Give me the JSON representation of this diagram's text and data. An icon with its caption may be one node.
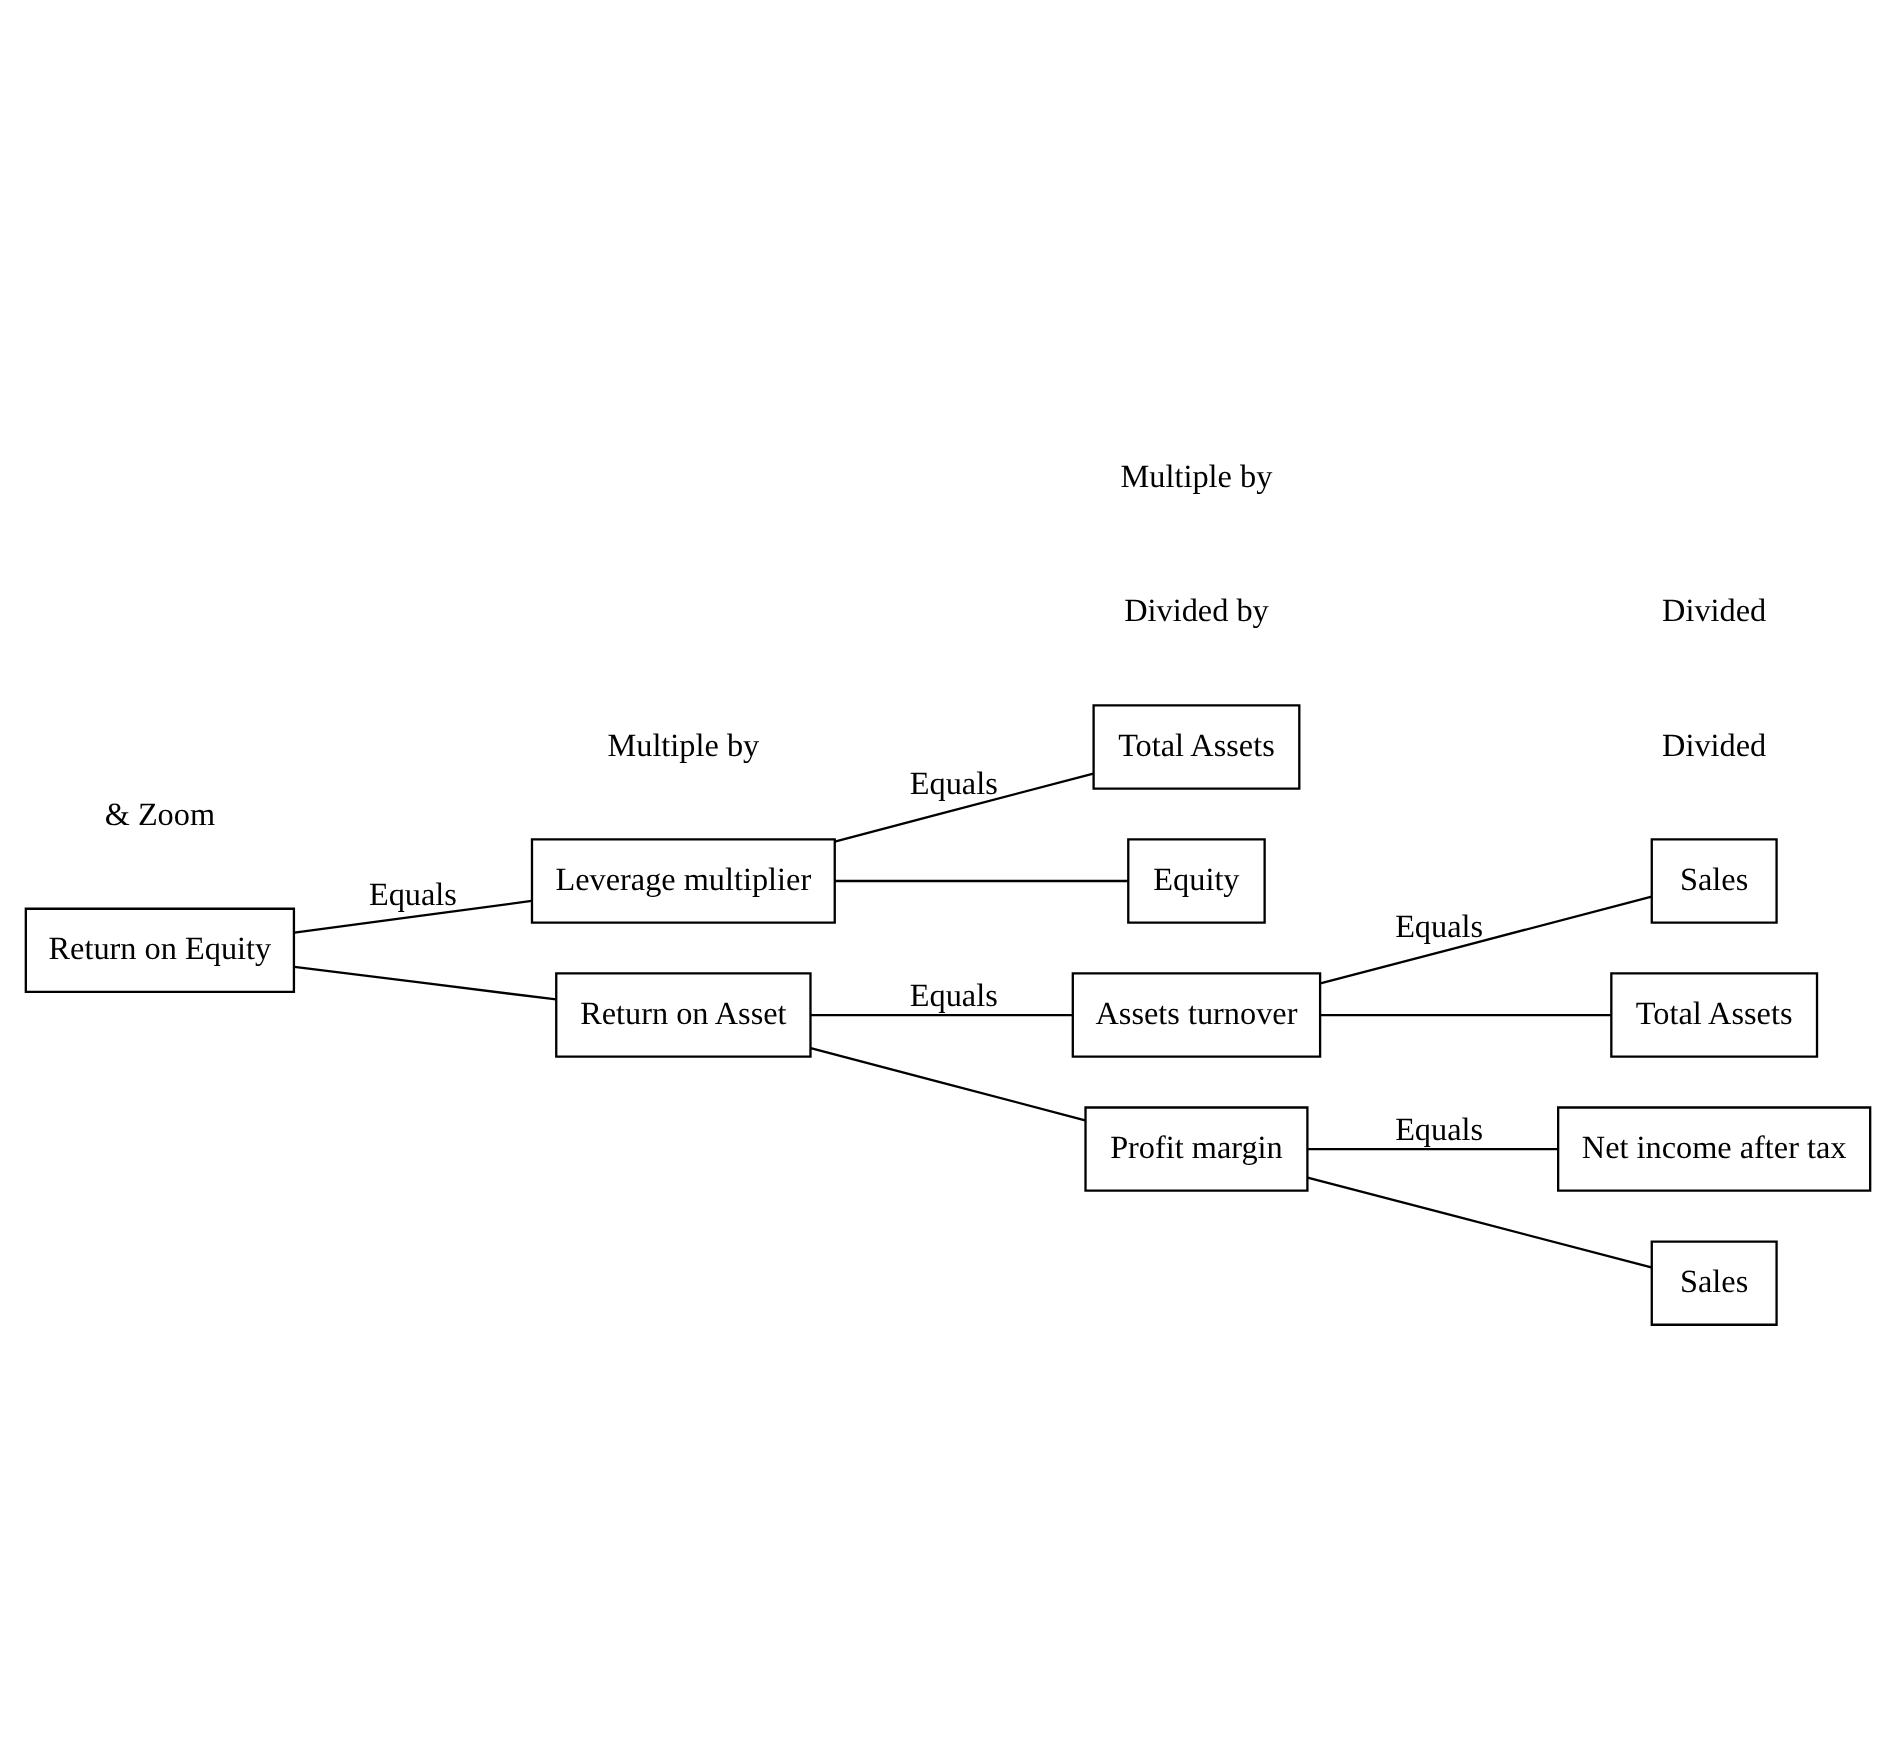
{
  "diagram": {
    "nodes": [
      {
        "text": [
          "Return on Equity"
        ]
      },
      {
        "text": [
          "Leverage multiplier"
        ]
      },
      {
        "text": [
          "Total Assets"
        ]
      },
      {
        "text": [
          "Equity"
        ]
      },
      {
        "text": [
          "Return on Asset"
        ]
      },
      {
        "text": [
          "Assets turnover"
        ]
      },
      {
        "text": [
          "Sales"
        ]
      },
      {
        "text": [
          "Total Assets"
        ]
      },
      {
        "text": [
          "Profit margin"
        ]
      },
      {
        "text": [
          "Net income after tax"
        ]
      },
      {
        "text": [
          "Sales"
        ]
      }
    ],
    "edges": [
      {
        "from": 0,
        "to": 1,
        "arrow": "none",
        "label": "Equals"
      },
      {
        "from": 0,
        "to": 4,
        "arrow": "none"
      },
      {
        "from": 1,
        "to": 2,
        "arrow": "none",
        "label": "Equals"
      },
      {
        "from": 1,
        "to": 3,
        "arrow": "none"
      },
      {
        "from": 4,
        "to": 5,
        "arrow": "none",
        "label": "Equals"
      },
      {
        "from": 4,
        "to": 8,
        "arrow": "none"
      },
      {
        "from": 5,
        "to": 6,
        "arrow": "none",
        "label": "Equals"
      },
      {
        "from": 5,
        "to": 7,
        "arrow": "none"
      },
      {
        "from": 8,
        "to": 9,
        "arrow": "none",
        "label": "Equals"
      },
      {
        "from": 8,
        "to": 10,
        "arrow": "none"
      }
    ],
    "labels": [
      "& Zoom",
      "Divided by",
      "Multiple by",
      "Divided",
      "Multiple by",
      "Divided"
    ]
  }
}
